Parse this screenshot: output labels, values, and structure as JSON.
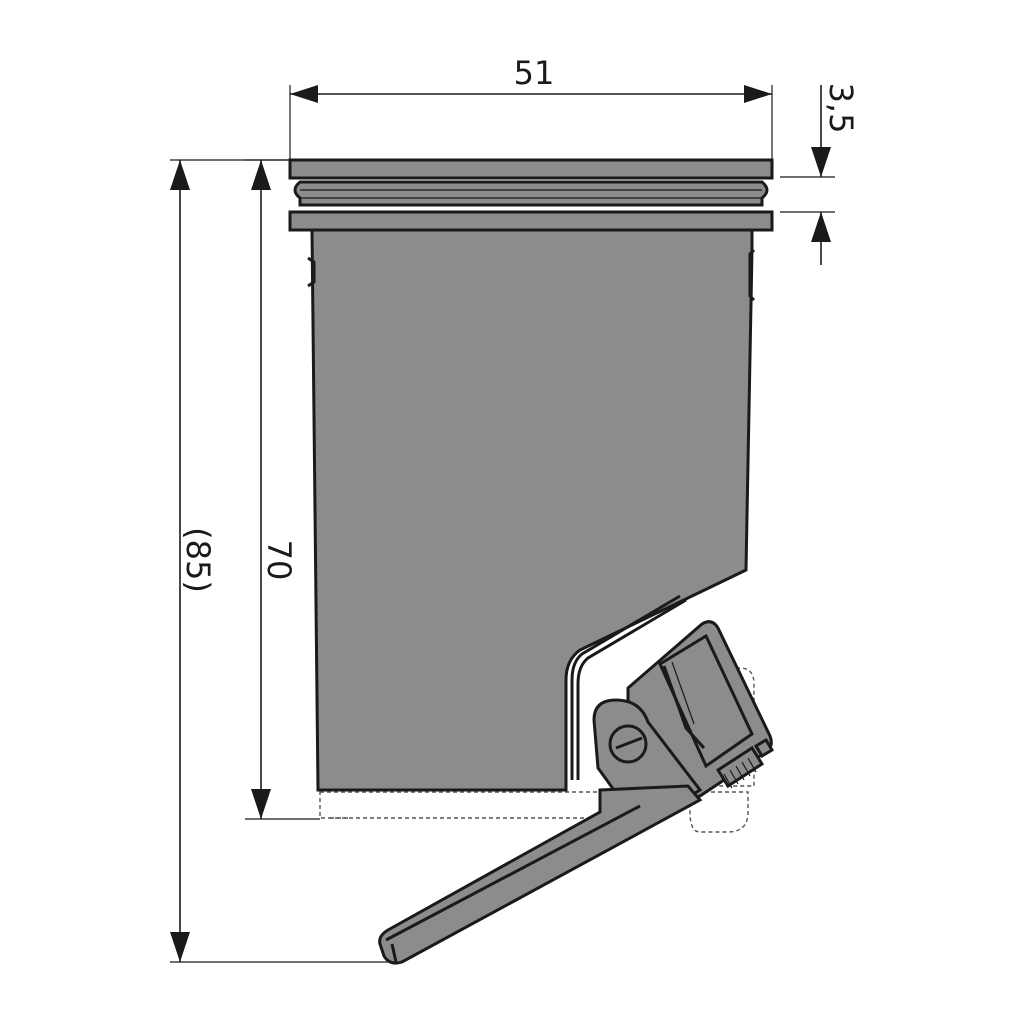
{
  "dimensions": {
    "width_label": "51",
    "flange_label": "3,5",
    "height_label": "70",
    "overall_label": "(85)"
  },
  "colors": {
    "body": "#8c8c8c",
    "outline": "#1a1a1a",
    "background": "#ffffff"
  }
}
